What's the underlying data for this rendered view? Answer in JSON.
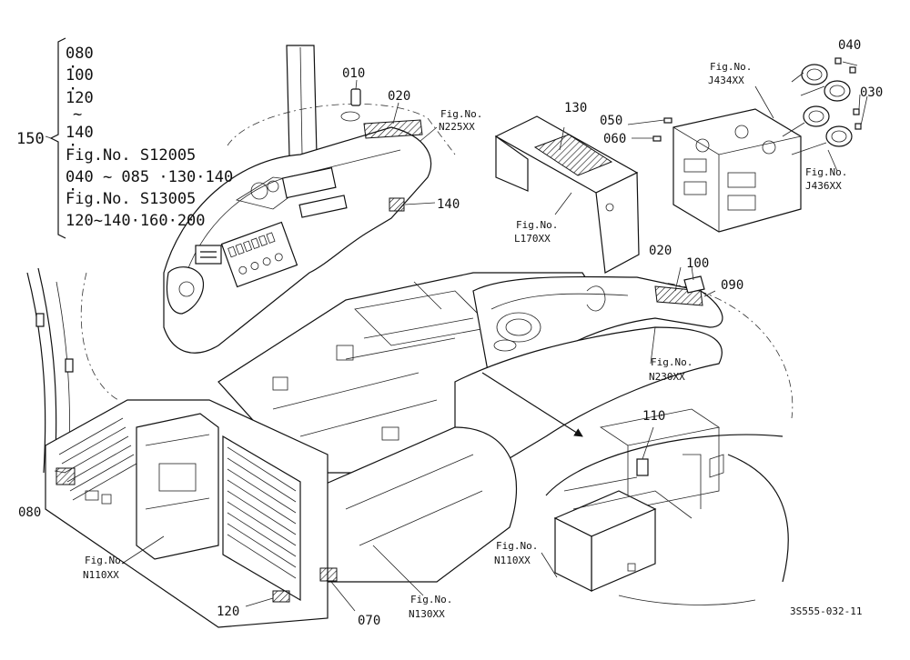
{
  "drawing_id": "3S555-032-11",
  "title_labels": {
    "range": [
      "080",
      "100",
      "120",
      "140"
    ],
    "range_tilde": "~",
    "part_150": "150",
    "fig_s12005": "Fig.No. S12005",
    "models_s12005": "040 ~ 085 ·130·140",
    "fig_s13005": "Fig.No. S13005",
    "models_s13005": "120~140·160·200"
  },
  "parts": {
    "p010": "010",
    "p020a": "020",
    "p020b": "020",
    "p030": "030",
    "p040": "040",
    "p050": "050",
    "p060": "060",
    "p070": "070",
    "p080": "080",
    "p090": "090",
    "p100": "100",
    "p110": "110",
    "p120": "120",
    "p130": "130",
    "p140": "140"
  },
  "figrefs": {
    "n225": [
      "Fig.No.",
      "N225XX"
    ],
    "l170": [
      "Fig.No.",
      "L170XX"
    ],
    "j434": [
      "Fig.No.",
      "J434XX"
    ],
    "j436": [
      "Fig.No.",
      "J436XX"
    ],
    "n230": [
      "Fig.No.",
      "N230XX"
    ],
    "n110a": [
      "Fig.No.",
      "N110XX"
    ],
    "n110b": [
      "Fig.No.",
      "N110XX"
    ],
    "n130": [
      "Fig.No.",
      "N130XX"
    ]
  }
}
